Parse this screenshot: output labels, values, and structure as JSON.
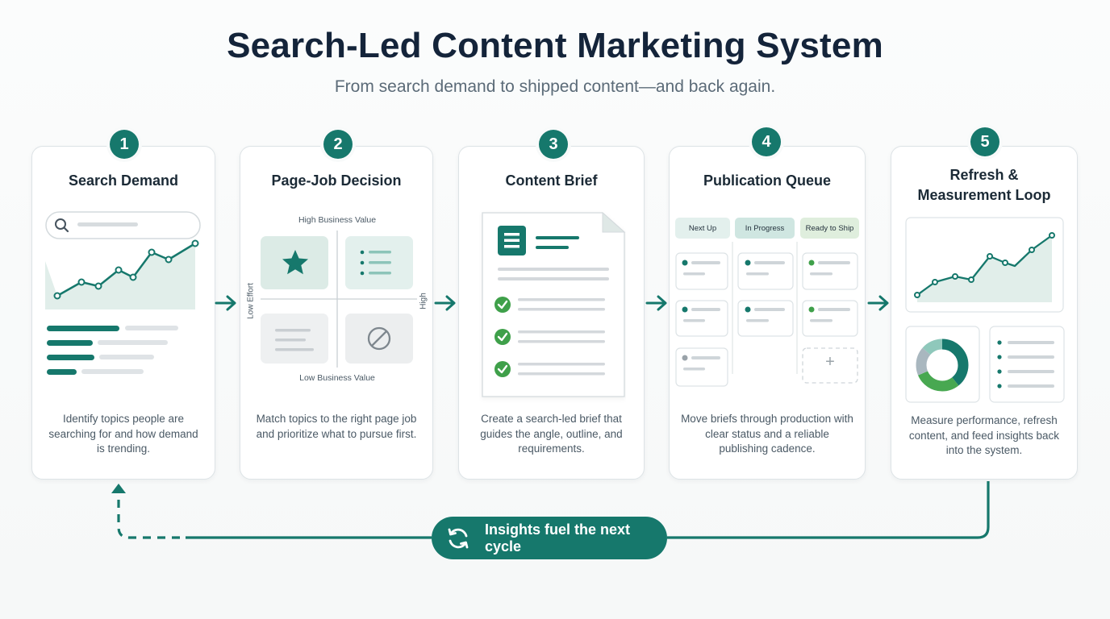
{
  "header": {
    "title": "Search-Led Content Marketing System",
    "subtitle": "From search demand to shipped content—and back again."
  },
  "steps": [
    {
      "number": "1",
      "title": "Search Demand",
      "description": "Identify topics people are searching for and how demand is trending."
    },
    {
      "number": "2",
      "title": "Page-Job Decision",
      "description": "Match topics to the right page job and prioritize what to pursue first.",
      "matrix": {
        "top_label": "High Business Value",
        "bottom_label": "Low Business Value",
        "left_label": "Low Effort",
        "right_label": "High"
      }
    },
    {
      "number": "3",
      "title": "Content Brief",
      "description": "Create a search-led brief that guides the angle, outline, and requirements."
    },
    {
      "number": "4",
      "title": "Publication Queue",
      "description": "Move briefs through production with clear status and a reliable publishing cadence.",
      "columns": [
        "Next Up",
        "In Progress",
        "Ready to Ship"
      ],
      "add_symbol": "+"
    },
    {
      "number": "5",
      "title": "Refresh & Measurement Loop",
      "description": "Measure performance, refresh content, and feed insights back into the system."
    }
  ],
  "loop": {
    "label": "Insights fuel the next cycle"
  },
  "colors": {
    "accent": "#16786c",
    "accent_light": "#e3f0ed",
    "green": "#3fa04a",
    "text_dark": "#14243a"
  },
  "icons": [
    "search-icon",
    "star-icon",
    "list-icon",
    "blocked-icon",
    "document-icon",
    "check-icon",
    "refresh-icon",
    "arrow-right-icon"
  ]
}
